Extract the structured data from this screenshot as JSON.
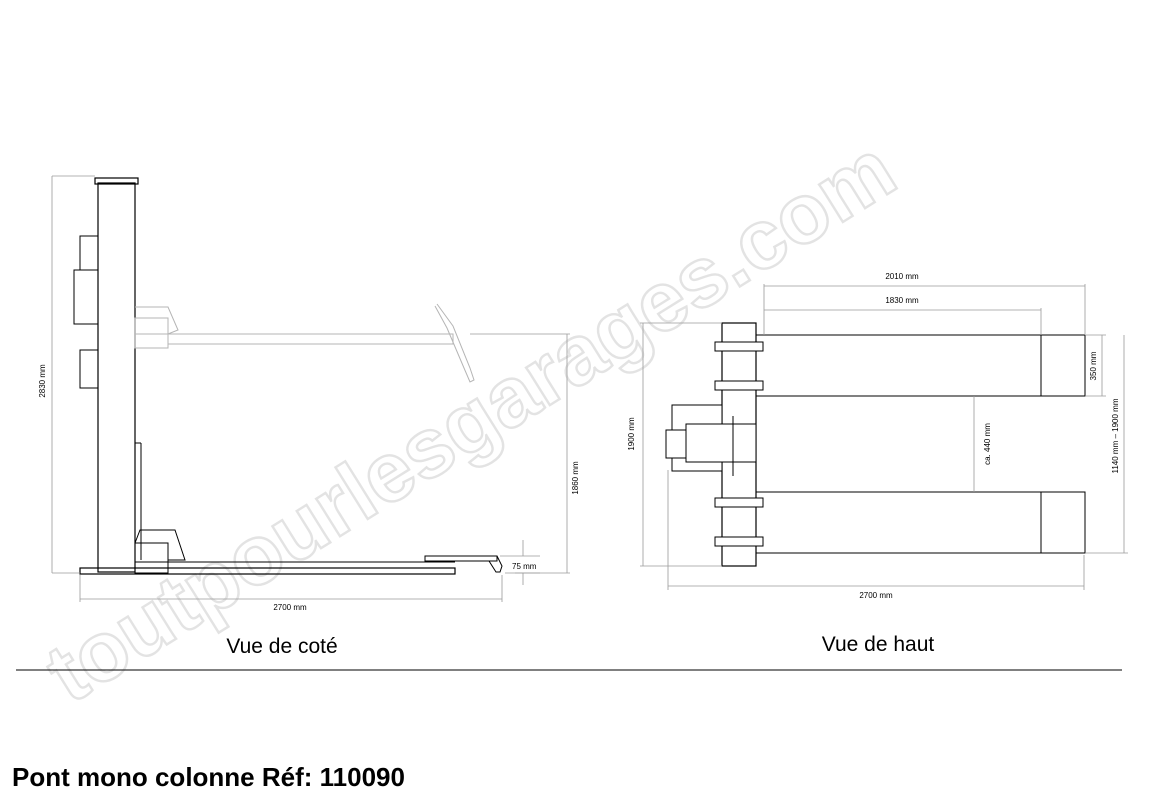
{
  "watermark": "toutpourlesgarages.com",
  "side_view": {
    "label": "Vue de coté",
    "dims": {
      "height_total": "2830 mm",
      "arm_height": "1860 mm",
      "ramp_height": "75 mm",
      "length": "2700 mm"
    }
  },
  "top_view": {
    "label": "Vue de haut",
    "dims": {
      "arm_length_max": "2010 mm",
      "arm_length_min": "1830 mm",
      "pad_width": "350 mm",
      "inner_gap": "ca. 440 mm",
      "width": "1900 mm",
      "adjust_range": "1140 mm – 1900 mm",
      "length": "2700 mm"
    }
  },
  "title": "Pont mono colonne Réf: 110090"
}
